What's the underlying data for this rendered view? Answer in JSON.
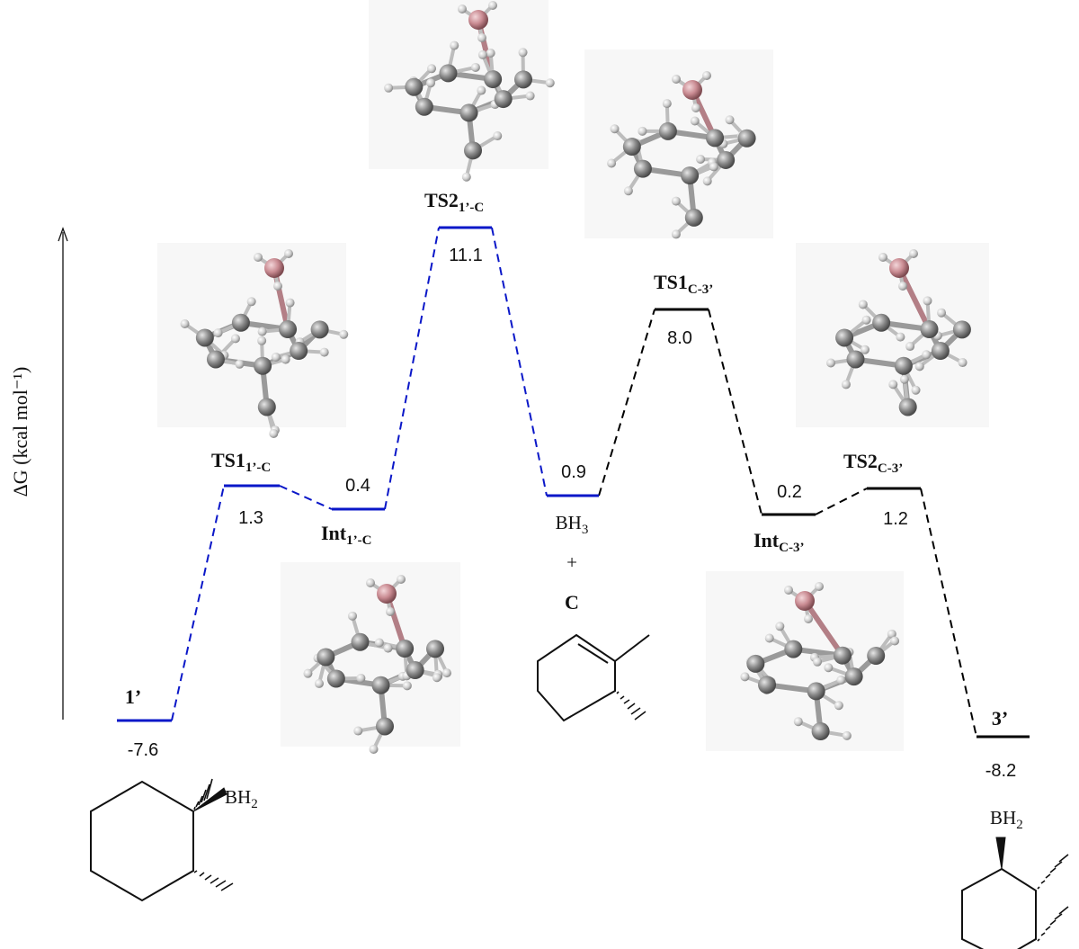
{
  "axis": {
    "ylabel": "ΔG (kcal mol⁻¹)"
  },
  "states": [
    {
      "id": "1p",
      "label": "1’",
      "label_main": "1’",
      "label_sub": "",
      "value": "-7.6",
      "path": "blue"
    },
    {
      "id": "TS1_1pC",
      "label": "TS11’-C",
      "label_main": "TS1",
      "label_sub": "1’-C",
      "value": "1.3",
      "path": "blue"
    },
    {
      "id": "Int_1pC",
      "label": "Int1’-C",
      "label_main": "Int",
      "label_sub": "1’-C",
      "value": "0.4",
      "path": "blue"
    },
    {
      "id": "TS2_1pC",
      "label": "TS21’-C",
      "label_main": "TS2",
      "label_sub": "1’-C",
      "value": "11.1",
      "path": "blue"
    },
    {
      "id": "BH3C",
      "label": "BH3 + C",
      "label_main": "BH",
      "label_sub": "3",
      "value": "0.9",
      "path": "both"
    },
    {
      "id": "TS1_C3p",
      "label": "TS1C-3’",
      "label_main": "TS1",
      "label_sub": "C-3’",
      "value": "8.0",
      "path": "black"
    },
    {
      "id": "Int_C3p",
      "label": "IntC-3’",
      "label_main": "Int",
      "label_sub": "C-3’",
      "value": "0.2",
      "path": "black"
    },
    {
      "id": "TS2_C3p",
      "label": "TS2C-3’",
      "label_main": "TS2",
      "label_sub": "C-3’",
      "value": "1.2",
      "path": "black"
    },
    {
      "id": "3p",
      "label": "3’",
      "label_main": "3’",
      "label_sub": "",
      "value": "-8.2",
      "path": "black"
    }
  ],
  "extra_labels": {
    "plus": "+",
    "C": "C",
    "BH2": "BH",
    "BH2_sub": "2"
  },
  "colors": {
    "blue_path": "#0a17c8",
    "black_path": "#000000",
    "boron": "#c98b92",
    "carbon": "#8a8a8a",
    "hydrogen": "#d8d8d8"
  }
}
